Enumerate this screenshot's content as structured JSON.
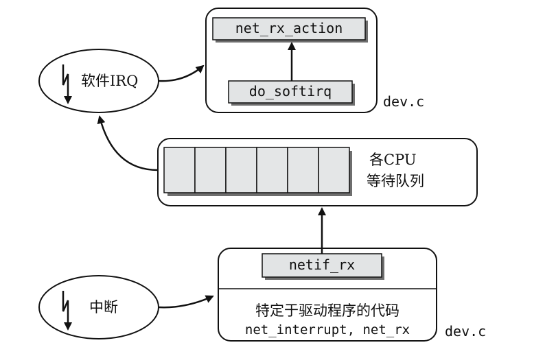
{
  "softirq_box": {
    "top_label": "net_rx_action",
    "bottom_label": "do_softirq",
    "file": "dev.c"
  },
  "soft_irq": {
    "label": "软件IRQ"
  },
  "queue": {
    "cell_count": 6,
    "label_line1": "各CPU",
    "label_line2": "等待队列"
  },
  "driver_box": {
    "function_label": "netif_rx",
    "desc": "特定于驱动程序的代码",
    "funcs": "net_interrupt, net_rx",
    "file": "dev.c"
  },
  "interrupt": {
    "label": "中断"
  },
  "colors": {
    "function_box_fill": "#e2e4e5",
    "shadow": "#6e6e6e",
    "queue_cell_fill": "#e4e6e7",
    "stroke": "#111111"
  }
}
